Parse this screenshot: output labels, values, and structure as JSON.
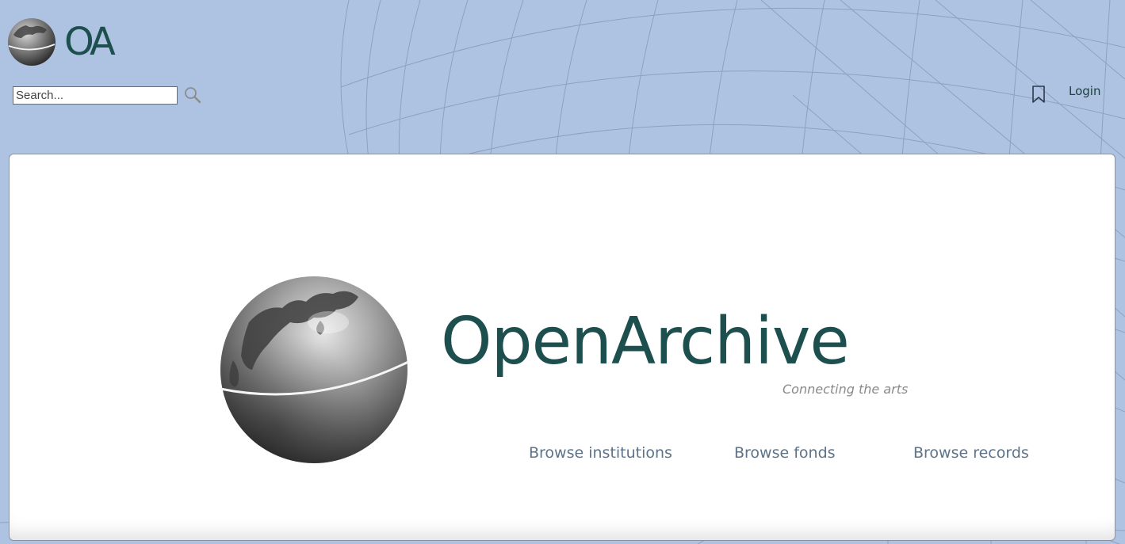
{
  "header": {
    "logo_text": "OA",
    "search": {
      "placeholder": "Search...",
      "value": ""
    },
    "login_label": "Login"
  },
  "hero": {
    "title": "OpenArchive",
    "tagline": "Connecting the arts",
    "links": [
      {
        "label": "Browse institutions"
      },
      {
        "label": "Browse fonds"
      },
      {
        "label": "Browse records"
      }
    ]
  },
  "icons": {
    "logo": "globe-icon",
    "search": "search-icon",
    "bookmark": "bookmark-icon"
  },
  "colors": {
    "background": "#aec3e2",
    "brand": "#1e4f4f",
    "link": "#5c7389",
    "tagline": "#8a8a8a",
    "grid_lines": "#8f9fbf"
  }
}
